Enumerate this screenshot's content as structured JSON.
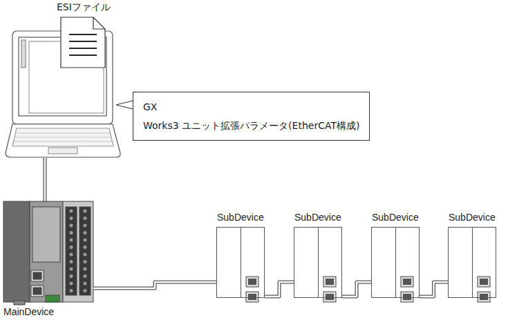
{
  "diagram": {
    "nodes": [
      {
        "text": [
          "GX Works3 ユニット拡張パラメータ(EtherCAT構成)"
        ]
      },
      {
        "text": [
          "MainDevice"
        ]
      },
      {
        "text": [
          "SubDevice"
        ]
      },
      {
        "text": [
          "SubDevice"
        ]
      },
      {
        "text": [
          "SubDevice"
        ]
      },
      {
        "text": [
          "SubDevice"
        ]
      }
    ],
    "edges": [
      {
        "from": 1,
        "to": 2,
        "arrow": "none"
      },
      {
        "from": 2,
        "to": 3,
        "arrow": "none"
      },
      {
        "from": 3,
        "to": 4,
        "arrow": "none"
      },
      {
        "from": 4,
        "to": 5,
        "arrow": "none"
      }
    ],
    "labels": [
      "ESIファイル"
    ]
  }
}
